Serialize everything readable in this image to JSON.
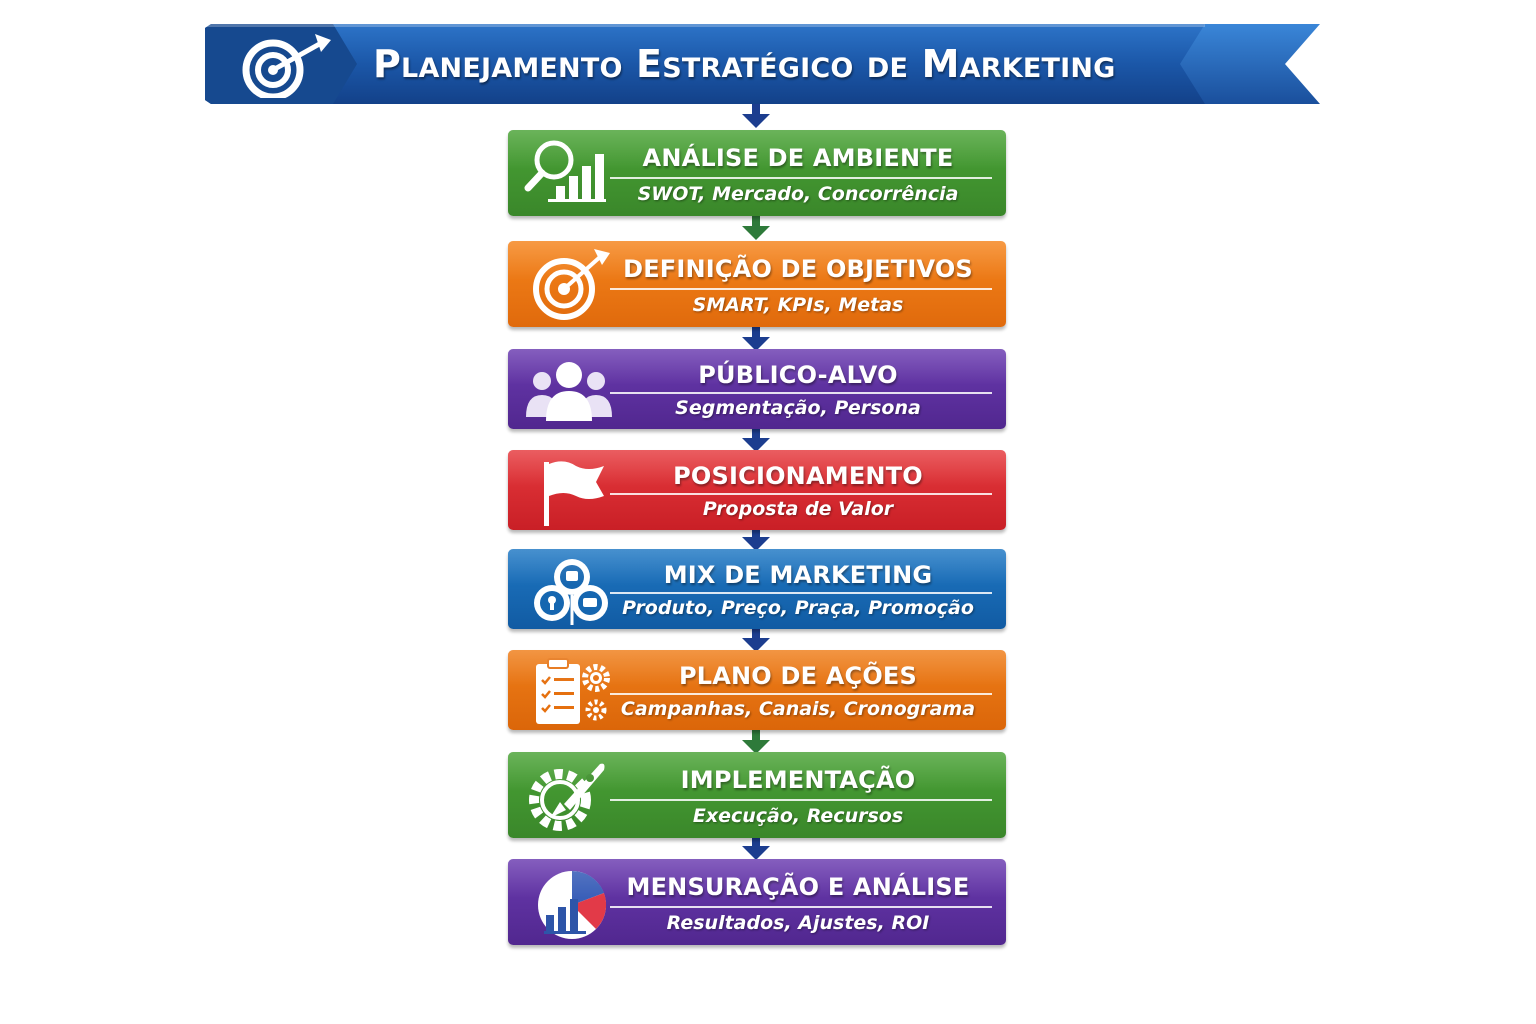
{
  "banner": {
    "title": "Planejamento Estratégico de Marketing",
    "icon": "target-arrow-icon",
    "color": "#1c58a8"
  },
  "steps": [
    {
      "title": "ANÁLISE DE AMBIENTE",
      "subtitle": "SWOT, Mercado, Concorrência",
      "icon": "magnifier-chart-icon",
      "color": "#3e8f2c"
    },
    {
      "title": "DEFINIÇÃO DE OBJETIVOS",
      "subtitle": "SMART, KPIs, Metas",
      "icon": "target-arrow-icon",
      "color": "#ee7412"
    },
    {
      "title": "PÚBLICO-ALVO",
      "subtitle": "Segmentação, Persona",
      "icon": "people-group-icon",
      "color": "#5b2f9e"
    },
    {
      "title": "POSICIONAMENTO",
      "subtitle": "Proposta de Valor",
      "icon": "flag-icon",
      "color": "#d7282e"
    },
    {
      "title": "MIX DE MARKETING",
      "subtitle": "Produto, Preço, Praça, Promoção",
      "icon": "marketing-mix-icon",
      "color": "#1466b0"
    },
    {
      "title": "PLANO DE AÇÕES",
      "subtitle": "Campanhas, Canais, Cronograma",
      "icon": "checklist-gears-icon",
      "color": "#e5700f"
    },
    {
      "title": "IMPLEMENTAÇÃO",
      "subtitle": "Execução, Recursos",
      "icon": "rocket-gear-icon",
      "color": "#3e8f2c"
    },
    {
      "title": "MENSURAÇÃO E ANÁLISE",
      "subtitle": "Resultados, Ajustes, ROI",
      "icon": "pie-bar-chart-icon",
      "color": "#5b2f9e"
    }
  ],
  "connector_colors": [
    "#1c3d8f",
    "#2e7a3a",
    "#1c3d8f",
    "#1c3d8f",
    "#1c3d8f",
    "#1c3d8f",
    "#2e7a3a",
    "#1c3d8f"
  ]
}
